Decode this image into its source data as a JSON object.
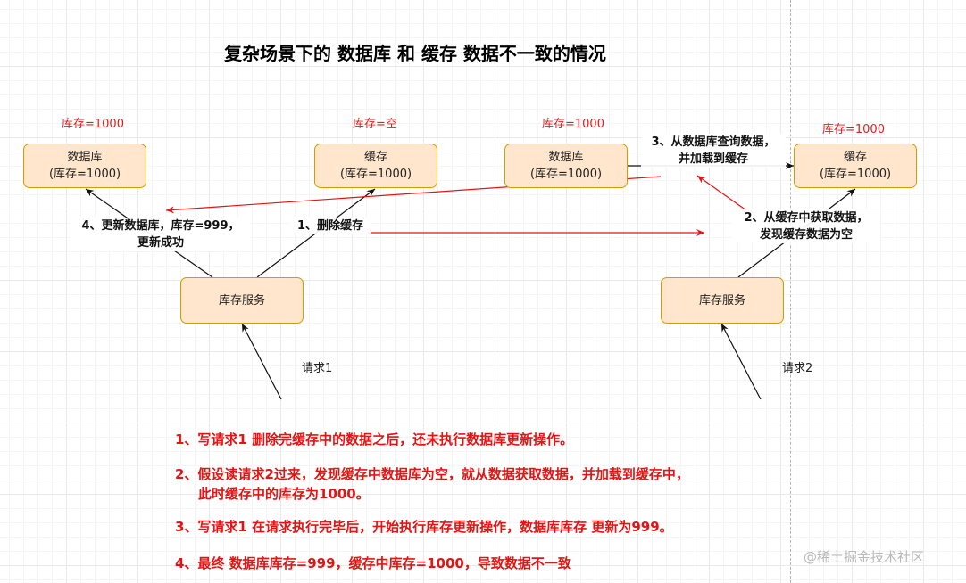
{
  "title": "复杂场景下的 数据库  和  缓存  数据不一致的情况",
  "stock_labels": [
    "库存=1000",
    "库存=空",
    "库存=1000",
    "库存=1000"
  ],
  "nodes": {
    "db1": {
      "name": "数据库",
      "value": "(库存=1000)"
    },
    "cache1": {
      "name": "缓存",
      "value": "(库存=1000)"
    },
    "db2": {
      "name": "数据库",
      "value": "(库存=1000)"
    },
    "cache2": {
      "name": "缓存",
      "value": "(库存=1000)"
    },
    "service1": "库存服务",
    "service2": "库存服务"
  },
  "edge_labels": {
    "update_db": [
      "4、更新数据库，库存=999，",
      "更新成功"
    ],
    "delete_cache": "1、删除缓存",
    "query_db": [
      "3、从数据库查询数据，",
      "并加载到缓存"
    ],
    "get_cache": [
      "2、从缓存中获取数据，",
      "发现缓存数据为空"
    ]
  },
  "requests": [
    "请求1",
    "请求2"
  ],
  "notes": [
    "1、写请求1 删除完缓存中的数据之后，还未执行数据库更新操作。",
    "2、假设读请求2过来，发现缓存中数据库为空，就从数据获取数据，并加载到缓存中，",
    "此时缓存中的库存为1000。",
    "3、写请求1 在请求执行完毕后，开始执行库存更新操作，数据库库存 更新为999。",
    "4、最终 数据库库存=999，缓存中库存=1000，导致数据不一致"
  ],
  "watermark": "@稀土掘金技术社区",
  "colors": {
    "box_fill": "#ffe6cc",
    "box_border": "#d79b00",
    "red": "#e31414"
  }
}
